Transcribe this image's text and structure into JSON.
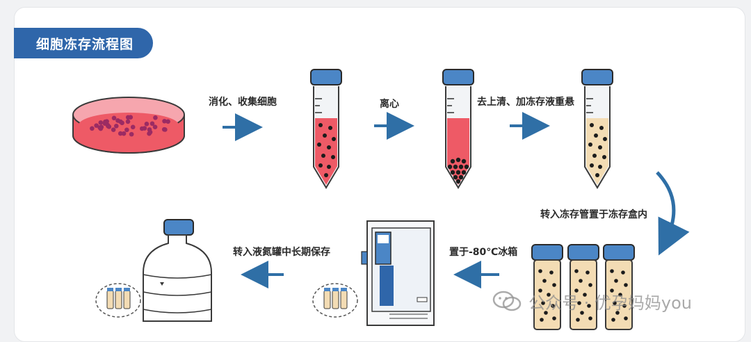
{
  "title": "细胞冻存流程图",
  "steps": {
    "digest": "消化、收集细胞",
    "centrifuge": "离心",
    "resuspend": "去上清、加冻存液重悬",
    "transfer_box": "转入冻存管置于冻存盒内",
    "freezer": "置于-80℃冰箱",
    "nitrogen": "转入液氮罐中长期保存"
  },
  "watermark": "公众号 · 优孕妈妈you",
  "colors": {
    "brand_blue": "#2f66aa",
    "arrow_blue": "#2f6fa6",
    "cap_blue": "#4b86c6",
    "media_red": "#ee5a66",
    "freeze_medium": "#f3dcb4"
  }
}
